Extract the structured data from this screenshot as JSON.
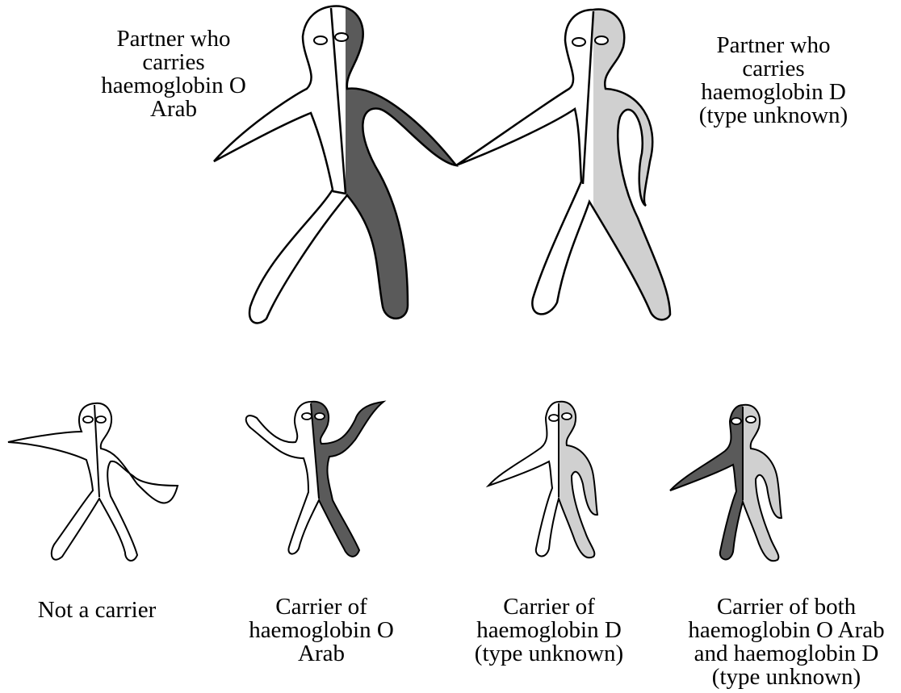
{
  "colors": {
    "outline": "#000000",
    "not_carried": "#ffffff",
    "haemoglobin_o_arab": "#5a5a5a",
    "haemoglobin_d": "#d0d0d0"
  },
  "parents": [
    {
      "label": "Partner who\ncarries\nhaemoglobin O\nArab",
      "left_half": "not_carried",
      "right_half": "haemoglobin_o_arab"
    },
    {
      "label": "Partner who\ncarries\nhaemoglobin D\n(type unknown)",
      "left_half": "not_carried",
      "right_half": "haemoglobin_d"
    }
  ],
  "children": [
    {
      "label": "Not a carrier",
      "left_half": "not_carried",
      "right_half": "not_carried"
    },
    {
      "label": "Carrier of\nhaemoglobin O\nArab",
      "left_half": "not_carried",
      "right_half": "haemoglobin_o_arab"
    },
    {
      "label": "Carrier of\nhaemoglobin D\n(type unknown)",
      "left_half": "not_carried",
      "right_half": "haemoglobin_d"
    },
    {
      "label": "Carrier of both\nhaemoglobin O Arab\nand haemoglobin D\n(type unknown)",
      "left_half": "haemoglobin_o_arab",
      "right_half": "haemoglobin_d"
    }
  ]
}
